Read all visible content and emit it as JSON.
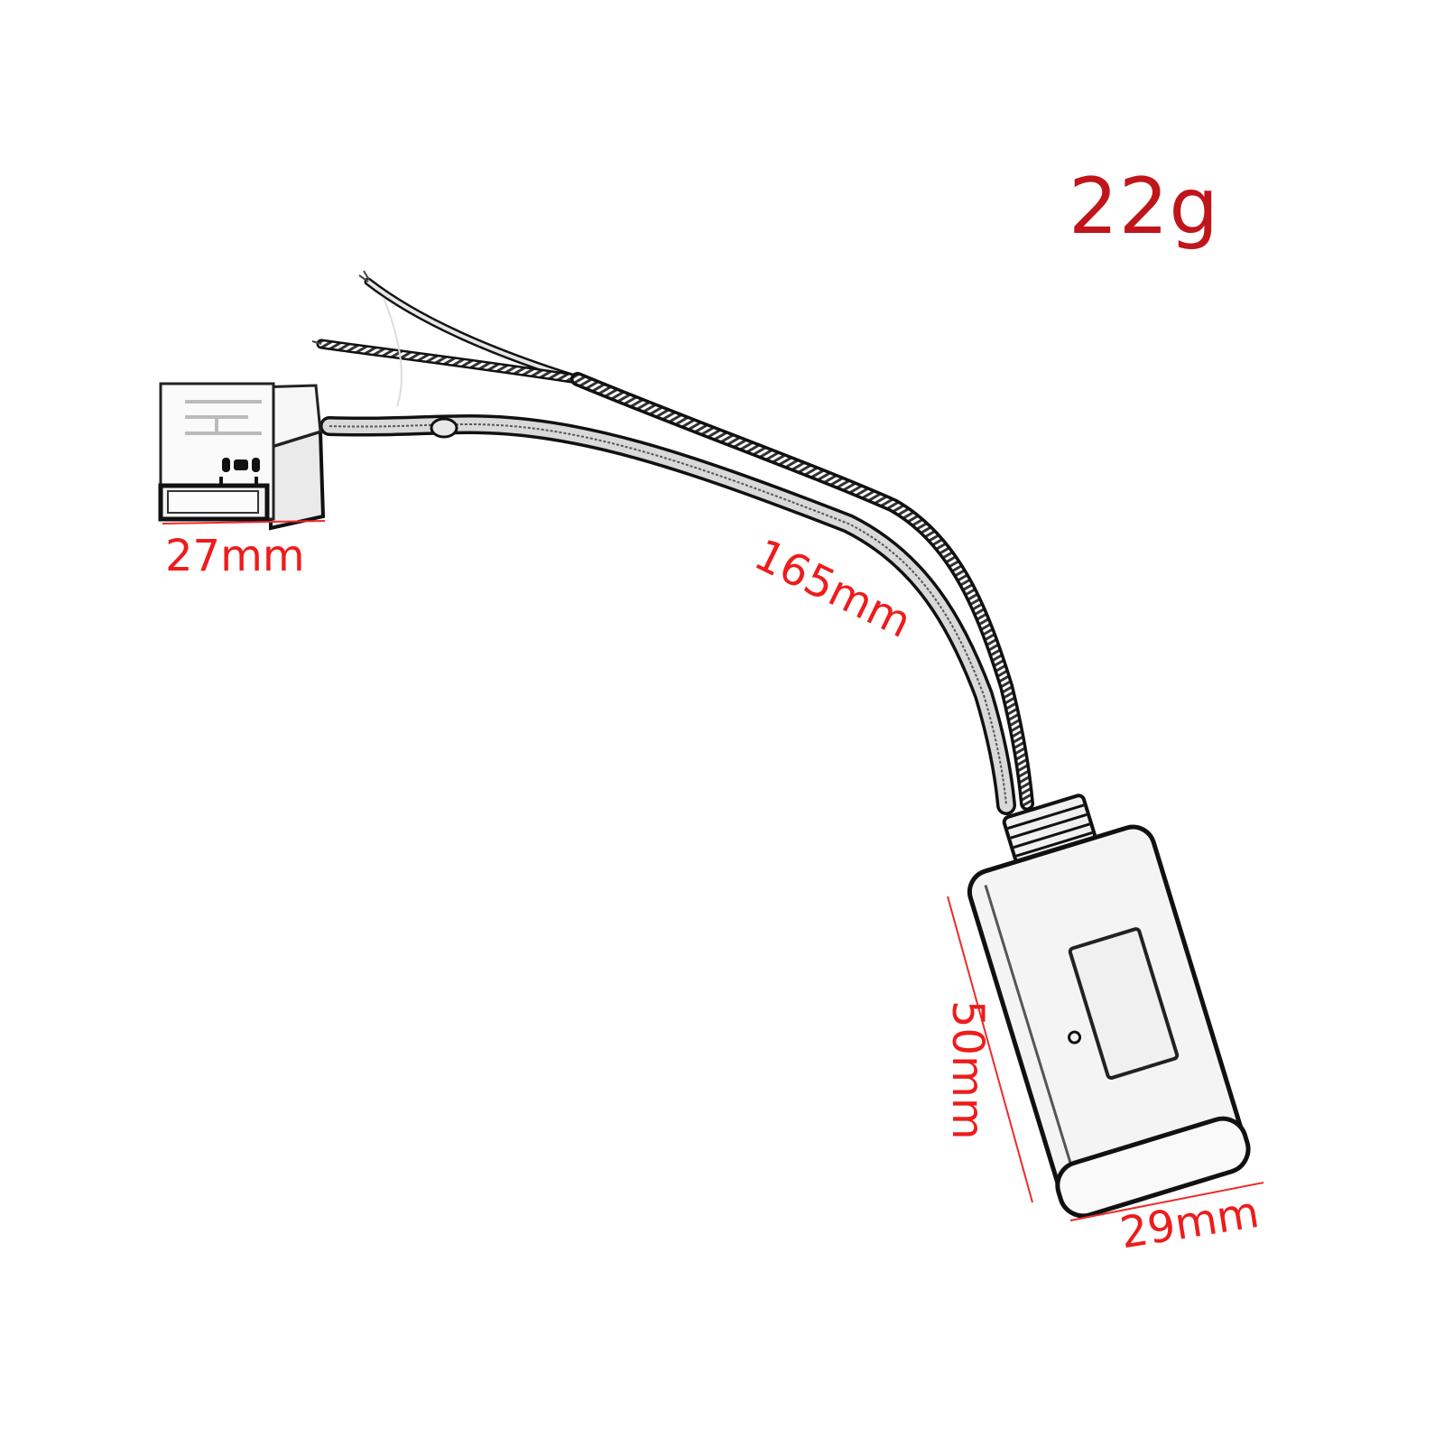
{
  "diagram": {
    "subject": "cable adapter with connector plug and module box",
    "colors": {
      "background": "#ffffff",
      "outline": "#111111",
      "body_fill": "#f2f2f2",
      "weight_text": "#c0151a",
      "dimension_text": "#ee1c1c",
      "dimension_line": "#ee2a2a"
    },
    "labels": {
      "weight": "22g",
      "connector_width": "27mm",
      "cable_length": "165mm",
      "module_length": "50mm",
      "module_width": "29mm"
    },
    "components": {
      "connector": "connector-plug",
      "cable_bundle": "wire-harness",
      "loose_wires": "bare-wire-leads",
      "module": "module-box",
      "module_indicator": "led-dot"
    }
  }
}
